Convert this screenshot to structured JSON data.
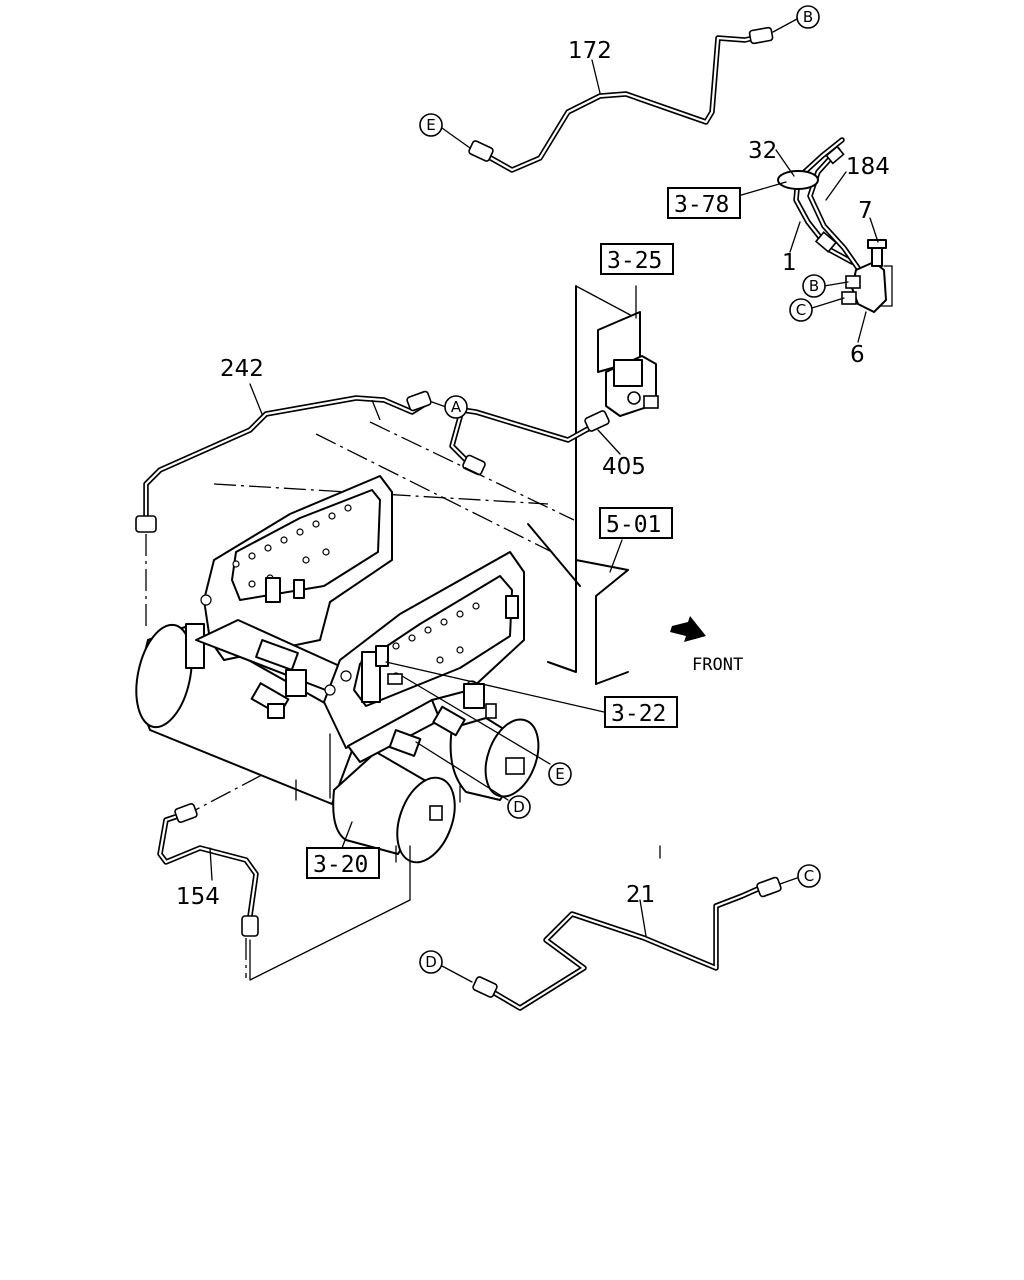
{
  "part_numbers": {
    "p172": "172",
    "p32": "32",
    "p184": "184",
    "p7": "7",
    "p1": "1",
    "p6": "6",
    "p242": "242",
    "p405": "405",
    "p154": "154",
    "p21": "21"
  },
  "reference_boxes": {
    "r378": "3-78",
    "r325": "3-25",
    "r501": "5-01",
    "r322": "3-22",
    "r320": "3-20"
  },
  "connection_markers": {
    "a": "A",
    "b": "B",
    "c": "C",
    "d": "D",
    "e": "E"
  },
  "direction": {
    "front_label": "FRONT"
  }
}
